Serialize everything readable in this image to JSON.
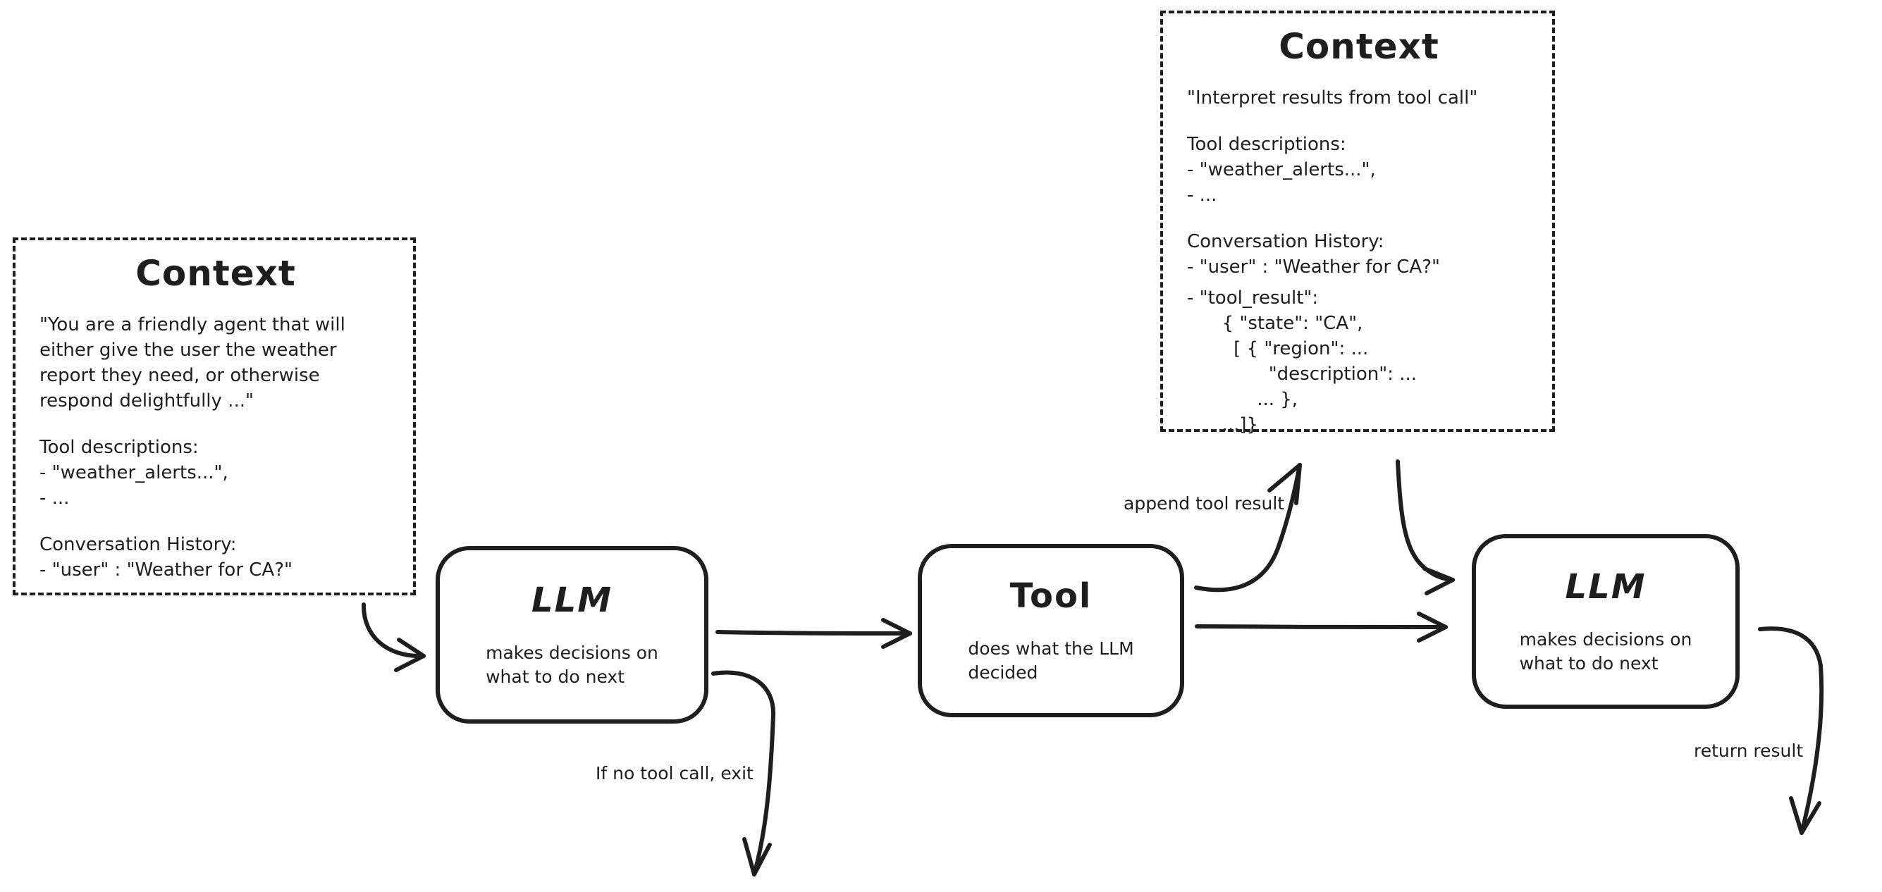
{
  "diagram": {
    "colors": {
      "ink": "#1e1e1e",
      "background": "#ffffff"
    },
    "context_left": {
      "title": "Context",
      "system_prompt": "\"You are a friendly agent that will\neither give the user the weather\nreport they need, or otherwise\nrespond delightfully ...\"",
      "tool_descriptions": "Tool descriptions:\n- \"weather_alerts...\",\n- ...",
      "conversation_history": "Conversation History:\n- \"user\" : \"Weather for CA?\""
    },
    "context_top": {
      "title": "Context",
      "instruction": "\"Interpret results from tool call\"",
      "tool_descriptions": "Tool descriptions:\n- \"weather_alerts...\",\n- ...",
      "conversation_history": "Conversation History:\n- \"user\" : \"Weather for CA?\"",
      "tool_result": "- \"tool_result\":\n      { \"state\": \"CA\",\n        [ { \"region\": ...\n              \"description\": ...\n            ... },\n      ...]}"
    },
    "nodes": {
      "llm1": {
        "title": "LLM",
        "subtitle": "makes decisions on\nwhat to do next"
      },
      "tool": {
        "title": "Tool",
        "subtitle": "does what the LLM\ndecided"
      },
      "llm2": {
        "title": "LLM",
        "subtitle": "makes decisions on\nwhat to do next"
      }
    },
    "edge_labels": {
      "append_tool_result": "append tool result",
      "no_tool_call_exit": "If no tool call, exit",
      "return_result": "return result"
    }
  }
}
